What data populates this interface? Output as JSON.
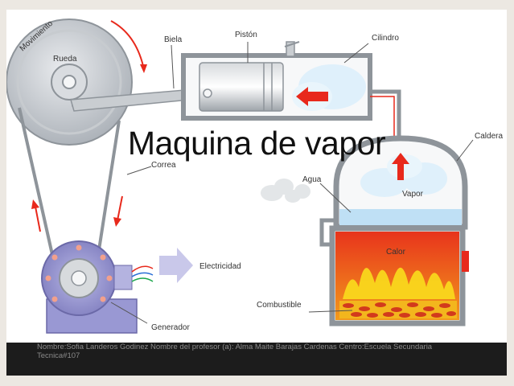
{
  "title": "Maquina de vapor",
  "labels": {
    "movimiento": "Movimiento",
    "rueda": "Rueda",
    "biela": "Biela",
    "piston": "Pistón",
    "cilindro": "Cilindro",
    "caldera": "Caldera",
    "correa": "Correa",
    "agua": "Agua",
    "vapor": "Vapor",
    "electricidad": "Electricidad",
    "calor": "Calor",
    "combustible": "Combustible",
    "generador": "Generador"
  },
  "footer": {
    "line1": "Nombre:Sofia Landeros Godinez  Nombre del profesor (a): Alma Maite Barajas Cardenas  Centro:Escuela Secundaria",
    "line2": "Tecnica#107"
  },
  "colors": {
    "arrow_red": "#e8291c",
    "fire_orange": "#f07a1a",
    "fire_yellow": "#f9d71c",
    "water_blue": "#bfe0f5",
    "metal_gray": "#9aa0a6",
    "generator_purple": "#8a88c9",
    "footer_bg": "#1c1c1c"
  }
}
